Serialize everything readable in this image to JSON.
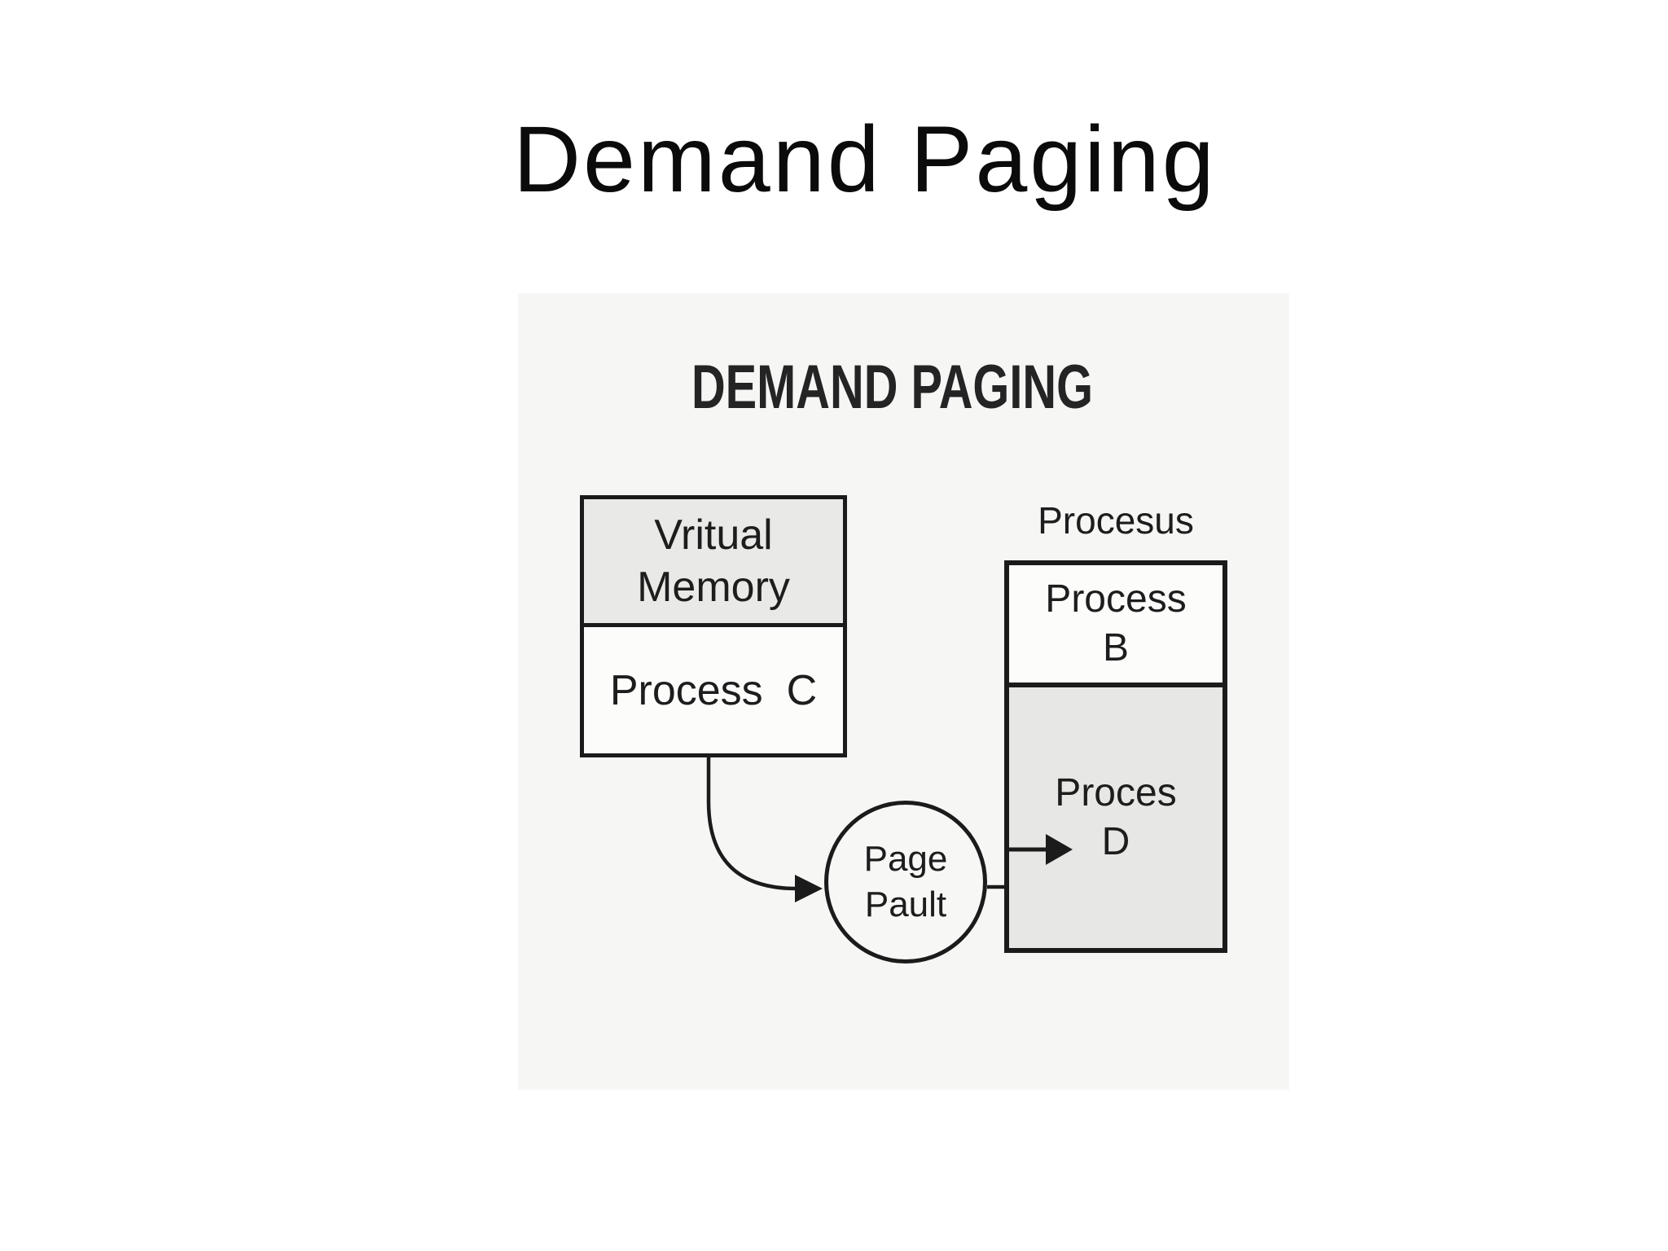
{
  "page": {
    "title": "Demand Paging"
  },
  "diagram": {
    "heading": "DEMAND PAGING",
    "virtual_memory_box": {
      "header_line1": "Vritual",
      "header_line2": "Memory",
      "body_label": "Process  C"
    },
    "process_stack": {
      "caption": "Procesus",
      "top_line1": "Process",
      "top_line2": "B",
      "bottom_line1": "Proces",
      "bottom_line2": "D"
    },
    "page_fault_circle": {
      "line1": "Page",
      "line2": "Pault"
    },
    "colors": {
      "panel_bg": "#f6f6f5",
      "box_header_fill": "#e9e9e7",
      "box_body_fill": "#fcfcfb",
      "shaded_fill": "#e7e7e5",
      "line": "#1b1b1b",
      "title_text": "#0b0b0b",
      "heading_text": "#242424"
    }
  }
}
